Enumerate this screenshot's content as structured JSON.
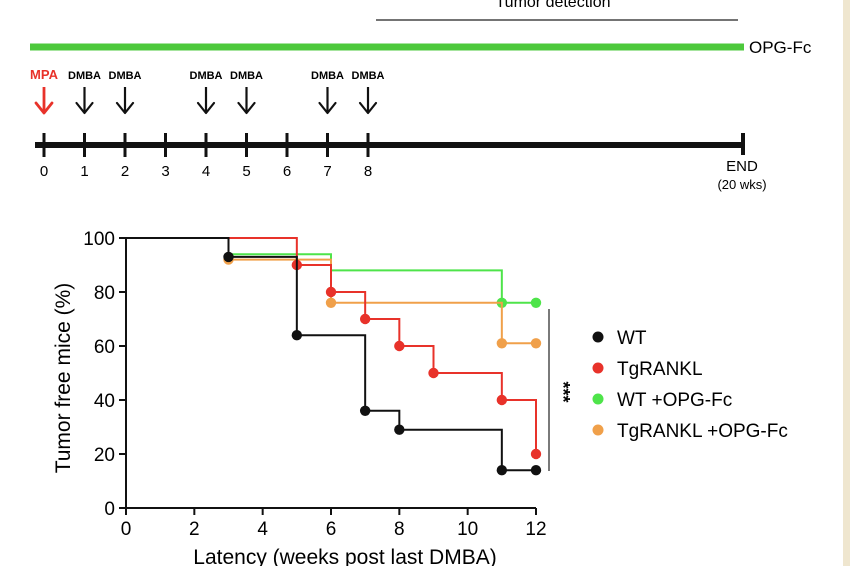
{
  "schedule": {
    "tumor_detection_label": "Tumor detection",
    "treatment_label": "OPG-Fc",
    "treatment_color": "#4dc93c",
    "mpa_label": "MPA",
    "mpa_color": "#e8322a",
    "mpa_week": 0,
    "dmba_label": "DMBA",
    "dmba_weeks": [
      1,
      2,
      4,
      5,
      7,
      8
    ],
    "ticks": [
      "0",
      "1",
      "2",
      "3",
      "4",
      "5",
      "6",
      "7",
      "8"
    ],
    "end_label": "END",
    "end_sublabel": "(20 wks)"
  },
  "chart_data": {
    "type": "line",
    "step": true,
    "xlabel": "Latency (weeks post last DMBA)",
    "ylabel": "Tumor free mice (%)",
    "xlim": [
      0,
      12
    ],
    "ylim": [
      0,
      100
    ],
    "xticks": [
      "0",
      "2",
      "4",
      "6",
      "8",
      "10",
      "12"
    ],
    "yticks": [
      "0",
      "20",
      "40",
      "60",
      "80",
      "100"
    ],
    "grid": false,
    "legend_position": "right",
    "significance": "***",
    "series": [
      {
        "name": "WT",
        "color": "#111111",
        "x": [
          0,
          3,
          5,
          7,
          8,
          11,
          12
        ],
        "y": [
          100,
          93,
          64,
          36,
          29,
          14,
          14
        ],
        "markers": [
          [
            3,
            93
          ],
          [
            5,
            64
          ],
          [
            7,
            36
          ],
          [
            8,
            29
          ],
          [
            11,
            14
          ],
          [
            12,
            14
          ]
        ]
      },
      {
        "name": "TgRANKL",
        "color": "#e8322a",
        "x": [
          0,
          5,
          6,
          7,
          8,
          9,
          11,
          12
        ],
        "y": [
          100,
          90,
          80,
          70,
          60,
          50,
          40,
          20
        ],
        "markers": [
          [
            5,
            90
          ],
          [
            6,
            80
          ],
          [
            7,
            70
          ],
          [
            8,
            60
          ],
          [
            9,
            50
          ],
          [
            11,
            40
          ],
          [
            12,
            20
          ]
        ]
      },
      {
        "name": "WT +OPG-Fc",
        "color": "#4ee44a",
        "x": [
          0,
          3,
          6,
          11,
          12
        ],
        "y": [
          100,
          94,
          88,
          76,
          76
        ],
        "markers": [
          [
            11,
            76
          ],
          [
            12,
            76
          ]
        ]
      },
      {
        "name": "TgRANKL +OPG-Fc",
        "color": "#f0a04a",
        "x": [
          0,
          3,
          6,
          11,
          12
        ],
        "y": [
          100,
          92,
          76,
          61,
          61
        ],
        "markers": [
          [
            3,
            92
          ],
          [
            6,
            76
          ],
          [
            11,
            61
          ],
          [
            12,
            61
          ]
        ]
      }
    ]
  }
}
